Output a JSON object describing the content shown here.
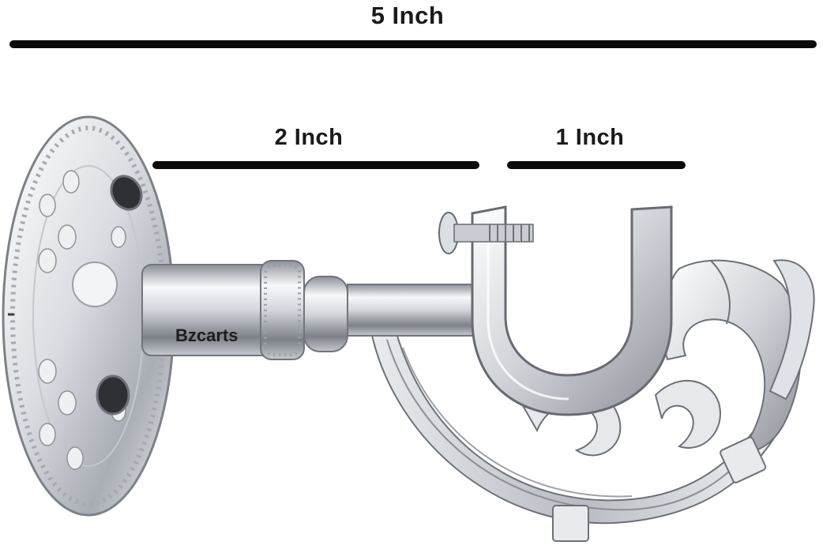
{
  "dimensions": {
    "overall": "5 Inch",
    "shaft": "2 Inch",
    "hook_width": "1 Inch"
  },
  "product": {
    "brand_mark": "Bzcarts",
    "image": "chrome-curtain-rod-bracket"
  },
  "colors": {
    "measure_bar": "#0a0a0a",
    "metal_light": "#f4f5f7",
    "metal_mid": "#c8cbd1",
    "metal_dark": "#6d7178"
  }
}
